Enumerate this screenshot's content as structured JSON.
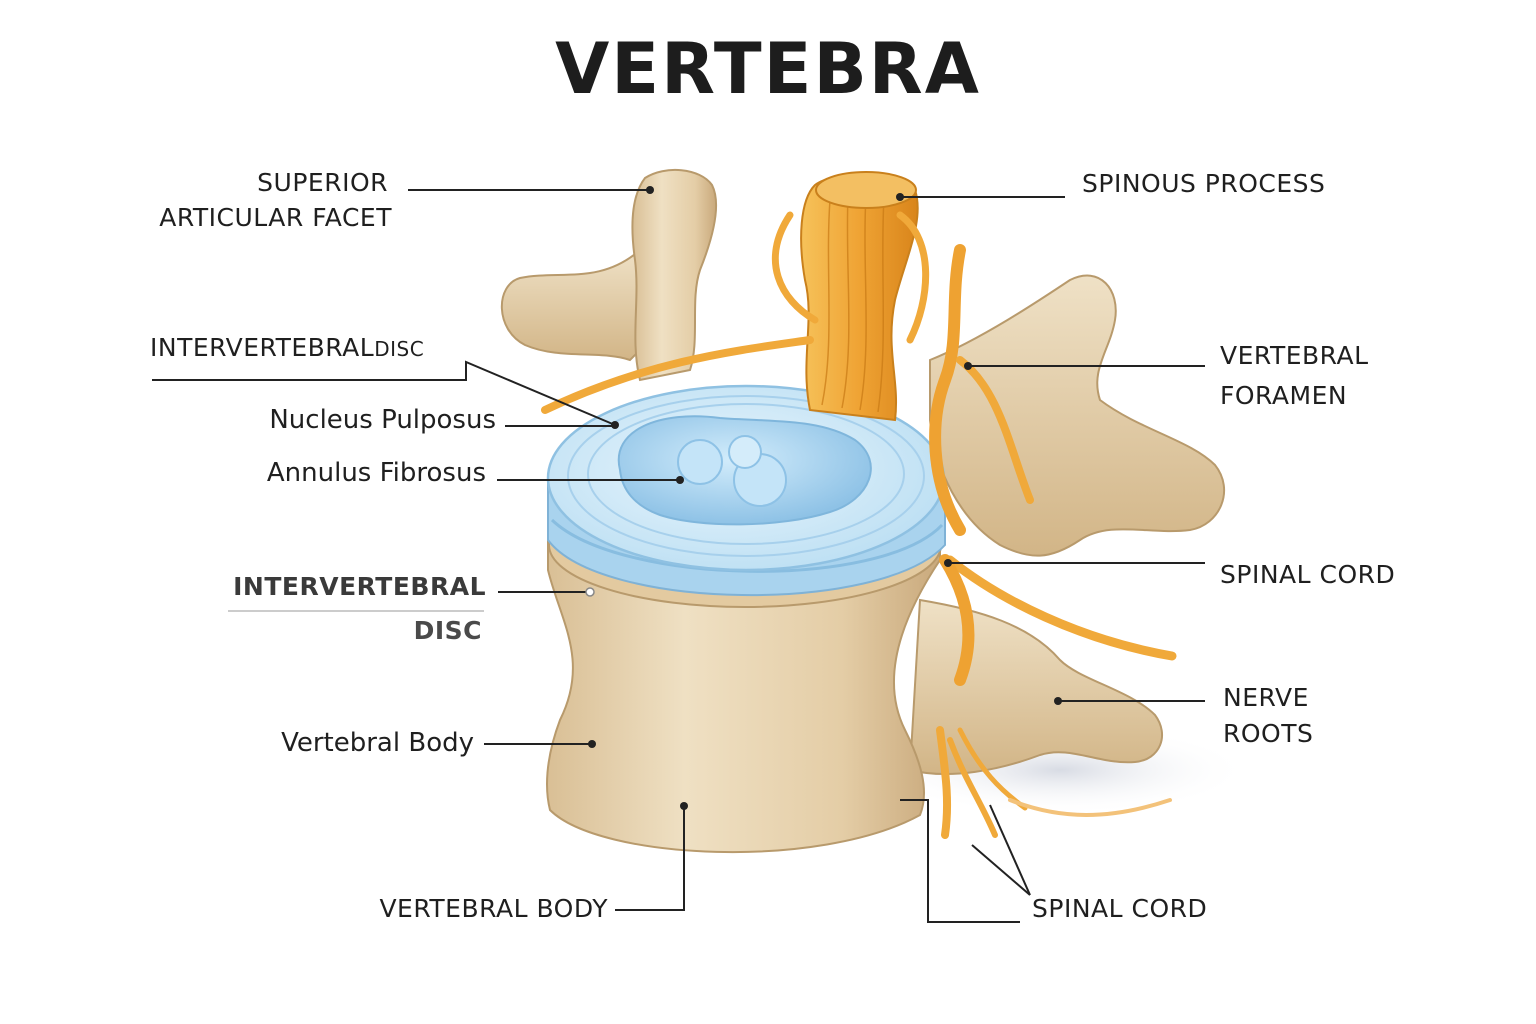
{
  "title": "VERTEBRA",
  "labels": {
    "superior_articular_facet_1": "SUPERIOR",
    "superior_articular_facet_2": "ARTICULAR FACET",
    "intervertebral_disc_top_a": "INTERVERTEBRAL",
    "intervertebral_disc_top_b": "DISC",
    "nucleus_pulposus": "Nucleus Pulposus",
    "annulus_fibrosus": "Annulus Fibrosus",
    "intervertebral_disc_mid_1": "INTERVERTEBRAL",
    "intervertebral_disc_mid_2": "DISC",
    "vertebral_body_mixed": "Vertebral Body",
    "vertebral_body_caps": "VERTEBRAL BODY",
    "spinous_process": "SPINOUS PROCESS",
    "vertebral_foramen_1": "VERTEBRAL",
    "vertebral_foramen_2": "FORAMEN",
    "spinal_cord_upper": "SPINAL CORD",
    "nerve_roots_1": "NERVE",
    "nerve_roots_2": "ROOTS",
    "spinal_cord_lower": "SPINAL CORD"
  },
  "colors": {
    "bone": "#e9d6b4",
    "bone_shadow": "#c9ab7f",
    "nerve": "#f0ad3c",
    "nerve_dark": "#d88a1c",
    "disc": "#bfe0f2",
    "disc_inner": "#9fcbe8",
    "leader": "#222222"
  }
}
